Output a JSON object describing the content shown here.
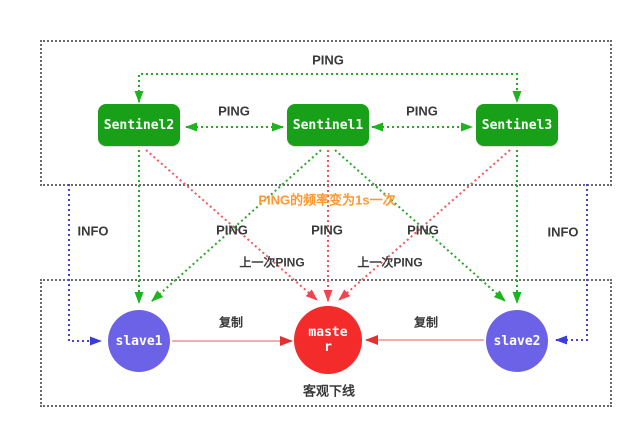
{
  "diagram": {
    "sentinels": [
      {
        "label": "Sentinel2"
      },
      {
        "label": "Sentinel1"
      },
      {
        "label": "Sentinel3"
      }
    ],
    "redis_nodes": [
      {
        "label": "slave1",
        "label_lines": [
          "slave1"
        ]
      },
      {
        "label": "master",
        "label_lines": [
          "maste",
          "r"
        ]
      },
      {
        "label": "slave2",
        "label_lines": [
          "slave2"
        ]
      }
    ],
    "labels": {
      "ping_top": "PING",
      "ping_s2_s1": "PING",
      "ping_s1_s3": "PING",
      "ping_freq_note": "PING的频率变为1s一次",
      "info_left": "INFO",
      "info_right": "INFO",
      "ping_left": "PING",
      "ping_center": "PING",
      "ping_right": "PING",
      "last_ping_left": "上一次PING",
      "last_ping_right": "上一次PING",
      "replicate_left": "复制",
      "replicate_right": "复制",
      "objective_offline": "客观下线"
    },
    "colors": {
      "sentinel_box_green": "#18a018",
      "slave_blue": "#6b62e8",
      "master_red": "#f32b2b",
      "green_dotted_line": "#2aa82a",
      "red_dotted_line": "#f2565f",
      "blue_dotted_line": "#4343d8",
      "replication_line_salmon": "#f09090",
      "replication_arrow_red": "#e53030",
      "label_text": "#3a3a3a",
      "orange_note": "#ff9830",
      "dashed_border": "#6a6a6a"
    }
  }
}
